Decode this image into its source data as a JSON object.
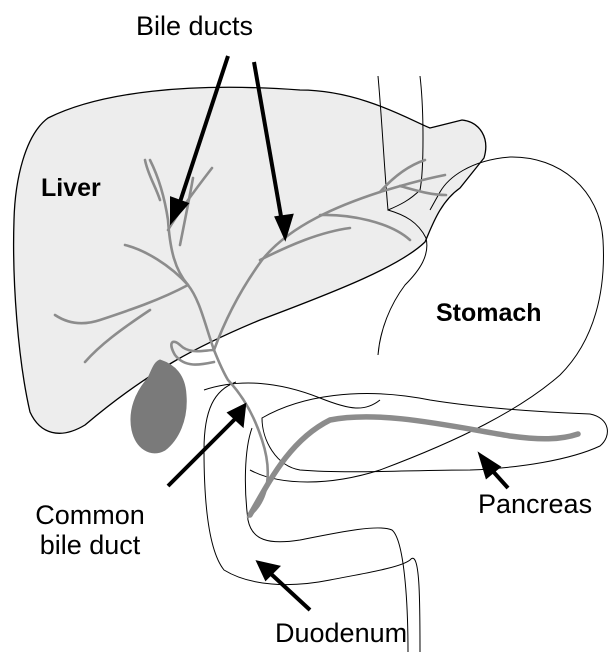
{
  "labels": {
    "bile_ducts": "Bile ducts",
    "liver": "Liver",
    "stomach": "Stomach",
    "common_bile_duct_line1": "Common",
    "common_bile_duct_line2": "bile duct",
    "pancreas": "Pancreas",
    "duodenum": "Duodenum"
  },
  "colors": {
    "liver_fill": "#ededed",
    "outline": "#000000",
    "duct": "#8c8c8c",
    "gallbladder": "#7a7a7a",
    "arrow": "#000000"
  }
}
